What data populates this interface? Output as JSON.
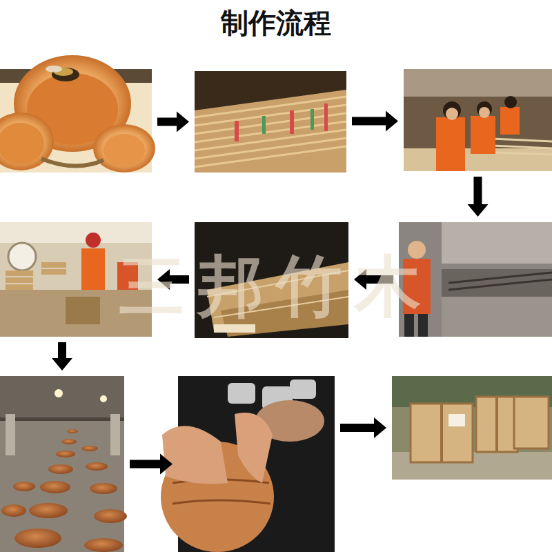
{
  "diagram": {
    "title": "制作流程",
    "nodes": [
      {
        "text": []
      },
      {
        "text": []
      },
      {
        "text": []
      },
      {
        "text": []
      },
      {
        "text": []
      },
      {
        "text": []
      },
      {
        "text": []
      },
      {
        "text": []
      },
      {
        "text": []
      }
    ],
    "edges": [
      {
        "from": 0,
        "to": 1,
        "arrow": "to"
      },
      {
        "from": 1,
        "to": 2,
        "arrow": "to"
      },
      {
        "from": 2,
        "to": 3,
        "arrow": "to"
      },
      {
        "from": 3,
        "to": 4,
        "arrow": "to"
      },
      {
        "from": 4,
        "to": 5,
        "arrow": "to"
      },
      {
        "from": 5,
        "to": 6,
        "arrow": "to"
      },
      {
        "from": 6,
        "to": 7,
        "arrow": "to"
      },
      {
        "from": 7,
        "to": 8,
        "arrow": "to"
      }
    ],
    "labels": [
      "三邦竹木"
    ]
  }
}
